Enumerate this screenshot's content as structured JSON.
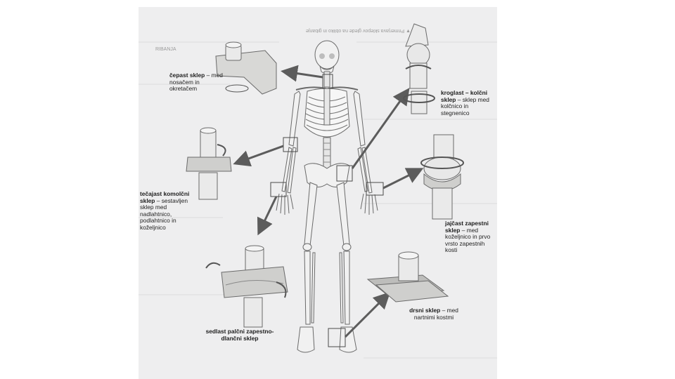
{
  "header": {
    "left": "RIBANJA",
    "right": "▼ Primerjava sklepov glede na obliko in gibanje"
  },
  "joints": [
    {
      "id": "pivot",
      "title": "čepast sklep",
      "rest": " – med nosačem in okretačem"
    },
    {
      "id": "ball",
      "title": "kroglast – kolčni sklep",
      "rest": " – sklep med kolčnico in stegnenico"
    },
    {
      "id": "hinge",
      "title": "tečajast komolčni sklep",
      "rest": " – sestavljen sklep med nadlahtnico, podlahtnico in koželjnico"
    },
    {
      "id": "ellipsoid",
      "title": "jajčast zapestni sklep",
      "rest": " – med koželjnico in prvo vrsto zapestnih kosti"
    },
    {
      "id": "saddle",
      "title": "sedlast palčni zapestno-dlančni sklep",
      "rest": ""
    },
    {
      "id": "plane",
      "title": "drsni sklep",
      "rest": " – med nartnimi kostmi"
    }
  ],
  "colors": {
    "page": "#eeeeef",
    "bone": "#f1f1f1",
    "joint_gray": "#d8d8d6",
    "arrow": "#5c5c5c",
    "text": "#1e1e1e"
  }
}
